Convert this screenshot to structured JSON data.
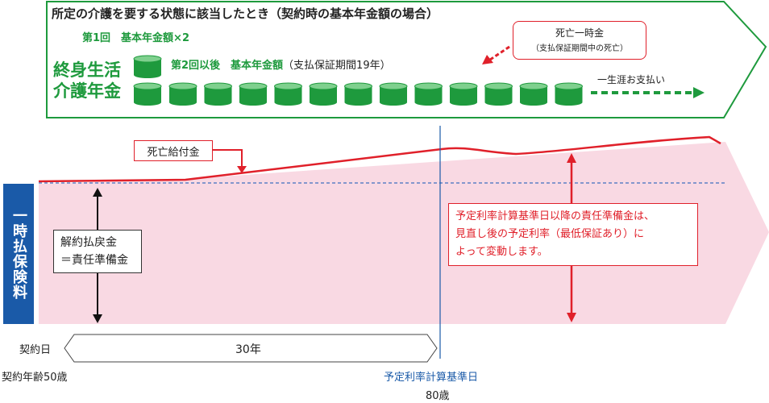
{
  "header": {
    "condition": "所定の介護を要する状態に該当したとき（契約時の基本年金額の場合）",
    "first_payment": "第1回　基本年金額×2",
    "later_payments": "第2回以後　基本年金額",
    "later_payments_note": "（支払保証期間19年）",
    "pension_name_line1": "終身生活",
    "pension_name_line2": "介護年金",
    "lifetime_label": "一生涯お支払い",
    "death_lump_title": "死亡一時金",
    "death_lump_note": "（支払保証期間中の死亡）"
  },
  "chart": {
    "premium_label": "一時払保険料",
    "death_benefit_label": "死亡給付金",
    "surrender_line1": "解約払戻金",
    "surrender_line2": "＝責任準備金",
    "reserve_note_line1": "予定利率計算基準日以降の責任準備金は、",
    "reserve_note_line2": "見直し後の予定利率（最低保証あり）に",
    "reserve_note_line3": "よって変動します。"
  },
  "timeline": {
    "contract_day": "契約日",
    "period": "30年",
    "contract_age": "契約年齢50歳",
    "base_date": "予定利率計算基準日",
    "base_age": "80歳"
  },
  "colors": {
    "green": "#1e9a3d",
    "red": "#e0202a",
    "blue": "#1a5aa8",
    "pink": "#f9d9e3"
  }
}
